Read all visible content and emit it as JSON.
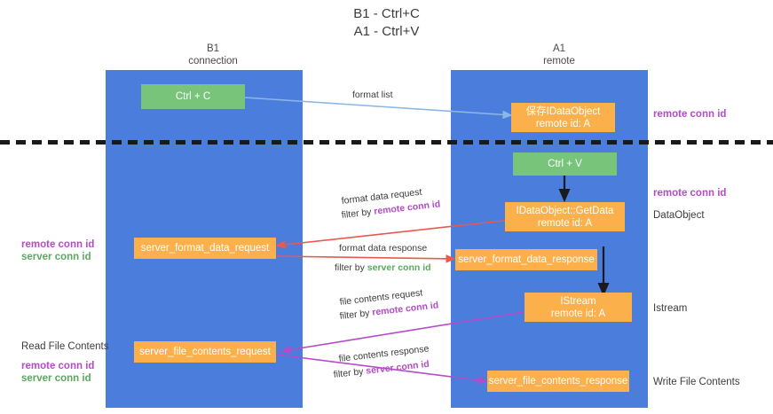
{
  "title": {
    "line1": "B1 - Ctrl+C",
    "line2": "A1 - Ctrl+V"
  },
  "columns": [
    {
      "name": "B1",
      "role": "connection"
    },
    {
      "name": "A1",
      "role": "remote"
    }
  ],
  "colors": {
    "lane": "#4a7ddc",
    "green_box": "#78c47a",
    "orange_box": "#fbb04c",
    "remote_conn_id": "#b44bc8",
    "server_conn_id": "#5aa95e",
    "arrow_blue": "#8ab6e8",
    "arrow_red": "#e8594f",
    "arrow_purple": "#b44bc8",
    "arrow_black": "#1a1a1a"
  },
  "boxes": {
    "ctrl_c": {
      "line1": "Ctrl + C"
    },
    "save_idataobject": {
      "line1": "保存IDataObject",
      "line2": "remote id: A"
    },
    "ctrl_v": {
      "line1": "Ctrl + V"
    },
    "getdata": {
      "line1": "IDataObject::GetData",
      "line2": "remote id: A"
    },
    "server_format_data_request": {
      "line1": "server_format_data_request"
    },
    "server_format_data_response": {
      "line1": "server_format_data_response"
    },
    "istream": {
      "line1": "IStream",
      "line2": "remote id: A"
    },
    "server_file_contents_request": {
      "line1": "server_file_contents_request"
    },
    "server_file_contents_response": {
      "line1": "server_file_contents_response"
    }
  },
  "edges": {
    "format_list": {
      "text": "format list"
    },
    "format_data_request": {
      "line1": "format data request",
      "filter_prefix": "filter by ",
      "filter_key": "remote conn id"
    },
    "format_data_response": {
      "line1": "format data response",
      "filter_prefix": "filter by ",
      "filter_key": "server conn id"
    },
    "file_contents_request": {
      "line1": "file contents request",
      "filter_prefix": "filter by ",
      "filter_key": "remote conn id"
    },
    "file_contents_response": {
      "line1": "file contents response",
      "filter_prefix": "filter by ",
      "filter_key": "server conn id"
    }
  },
  "annotations": {
    "right_remote_conn_id_top": "remote conn id",
    "right_remote_conn_id_mid": "remote conn id",
    "right_dataobject": "DataObject",
    "right_istream": "Istream",
    "right_write_file_contents": "Write File Contents",
    "left_remote_conn_id_mid": "remote conn id",
    "left_server_conn_id_mid": "server conn id",
    "left_read_file_contents": "Read File Contents",
    "left_remote_conn_id_bottom": "remote conn id",
    "left_server_conn_id_bottom": "server conn id"
  }
}
